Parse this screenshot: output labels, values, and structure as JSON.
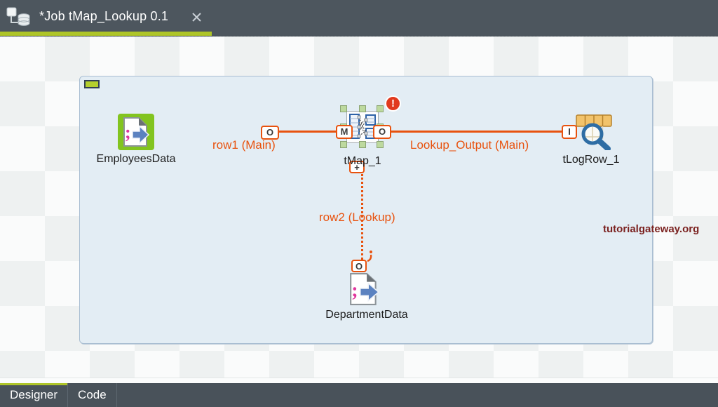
{
  "editor_tab": {
    "title": "*Job tMap_Lookup 0.1"
  },
  "canvas": {
    "components": [
      {
        "id": "employees",
        "label": "EmployeesData",
        "connector": "O"
      },
      {
        "id": "tmap",
        "label": "tMap_1",
        "connectors": {
          "left": "M",
          "right": "O",
          "bottom": "+"
        },
        "error_badge": "!"
      },
      {
        "id": "tlogrow",
        "label": "tLogRow_1",
        "connector": "I"
      },
      {
        "id": "department",
        "label": "DepartmentData",
        "connector": "O"
      }
    ],
    "connections": [
      {
        "label": "row1 (Main)",
        "type": "main"
      },
      {
        "label": "Lookup_Output (Main)",
        "type": "main"
      },
      {
        "label": "row2 (Lookup)",
        "type": "lookup"
      }
    ],
    "watermark": "tutorialgateway.org"
  },
  "bottom_tabs": [
    {
      "label": "Designer",
      "active": true
    },
    {
      "label": "Code",
      "active": false
    }
  ],
  "colors": {
    "accent_lime": "#aec528",
    "connection_orange": "#e8520e",
    "header_gray": "#4d565e",
    "subjob_blue": "#e3edf4",
    "error_red": "#e13a1e",
    "watermark_maroon": "#7b2220"
  }
}
